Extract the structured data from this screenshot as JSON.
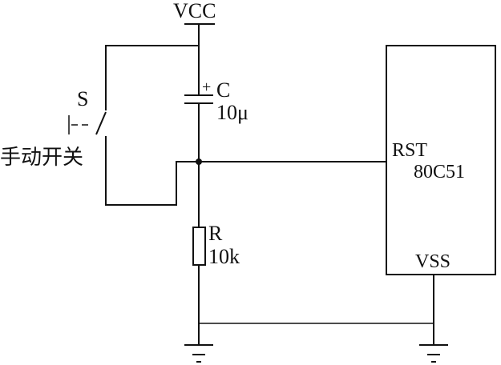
{
  "labels": {
    "vcc": "VCC",
    "switch_name": "S",
    "switch_desc": "手动开关",
    "cap_name": "C",
    "cap_polarity": "+",
    "cap_value": "10μ",
    "res_name": "R",
    "res_value": "10k",
    "ic_pin_rst": "RST",
    "ic_part": "80C51",
    "ic_pin_vss": "VSS"
  },
  "colors": {
    "stroke": "#111111",
    "background": "#ffffff"
  }
}
